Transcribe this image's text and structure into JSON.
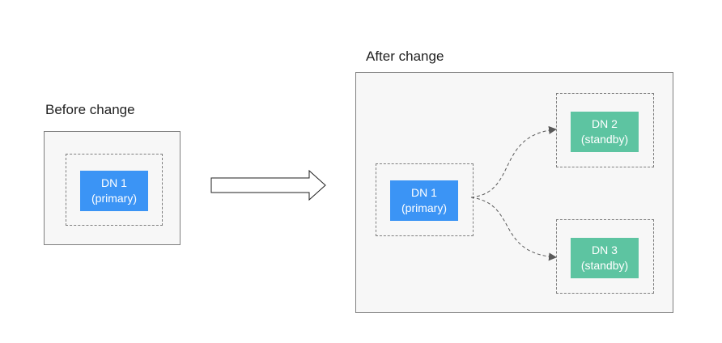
{
  "before": {
    "title": "Before change",
    "node": {
      "name": "DN 1",
      "role": "(primary)",
      "kind": "primary"
    }
  },
  "after": {
    "title": "After change",
    "primary": {
      "name": "DN 1",
      "role": "(primary)",
      "kind": "primary"
    },
    "standbys": [
      {
        "name": "DN 2",
        "role": "(standby)",
        "kind": "standby"
      },
      {
        "name": "DN 3",
        "role": "(standby)",
        "kind": "standby"
      }
    ]
  },
  "colors": {
    "primary": "#3b94f5",
    "standby": "#5dc4a1",
    "panel_fill": "#f7f7f7",
    "border": "#7f7f7f"
  }
}
